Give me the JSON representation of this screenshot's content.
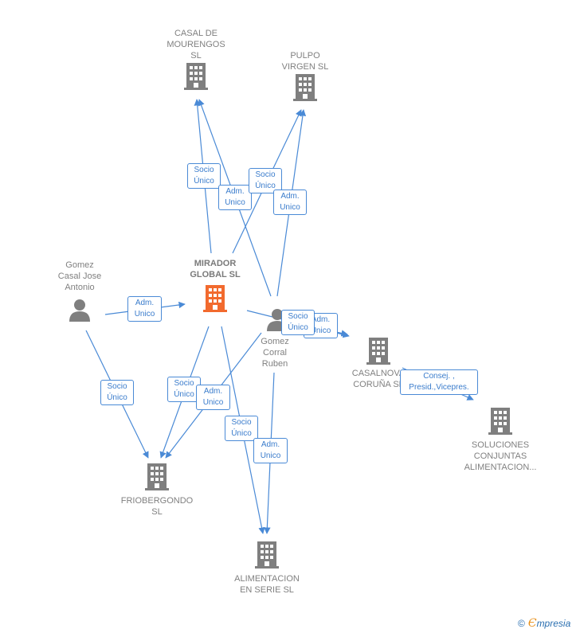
{
  "nodes": {
    "casal": {
      "label": "CASAL DE\nMOURENGOS\nSL",
      "type": "company"
    },
    "pulpo": {
      "label": "PULPO\nVIRGEN SL",
      "type": "company"
    },
    "mirador": {
      "label": "MIRADOR\nGLOBAL  SL",
      "type": "company-focus"
    },
    "gomez_casal": {
      "label": "Gomez\nCasal Jose\nAntonio",
      "type": "person"
    },
    "gomez_corral": {
      "label": "Gomez\nCorral\nRuben",
      "type": "person"
    },
    "casalnova": {
      "label": "CASALNOVA\nCORUÑA SL",
      "type": "company"
    },
    "soluciones": {
      "label": "SOLUCIONES\nCONJUNTAS\nALIMENTACION...",
      "type": "company"
    },
    "friobergondo": {
      "label": "FRIOBERGONDO\nSL",
      "type": "company"
    },
    "alimentacion": {
      "label": "ALIMENTACION\nEN SERIE SL",
      "type": "company"
    }
  },
  "edge_labels": {
    "e1": "Socio\nÚnico",
    "e2": "Adm.\nUnico",
    "e3": "Socio\nÚnico",
    "e4": "Adm.\nUnico",
    "e5": "Adm.\nUnico",
    "e6": "Adm.\nUnico",
    "e7": "Socio\nÚnico",
    "e8": "Consej. ,\nPresid.,Vicepres.",
    "e9": "Socio\nÚnico",
    "e10": "Socio\nÚnico",
    "e11": "Adm.\nUnico",
    "e12": "Socio\nÚnico",
    "e13": "Adm.\nUnico"
  },
  "colors": {
    "edge": "#4a8ad6",
    "company": "#7f7f7f",
    "focus": "#f26a2e",
    "person": "#7f7f7f"
  },
  "brand": {
    "copyright": "©",
    "e": "Є",
    "rest": "mpresia"
  }
}
